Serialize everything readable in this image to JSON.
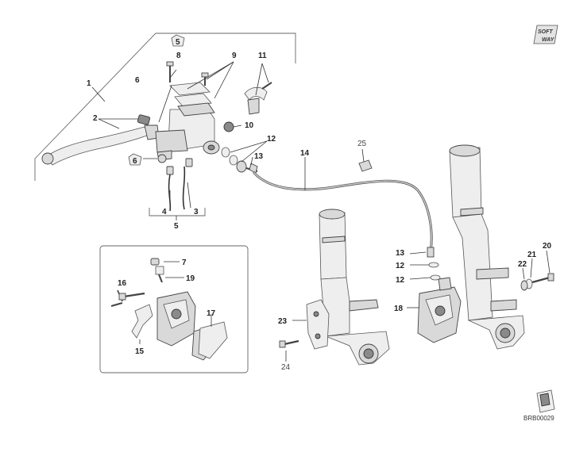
{
  "callouts": {
    "n1": "1",
    "n2": "2",
    "n3": "3",
    "n4": "4",
    "n5": "5",
    "n5_badge": "5",
    "n6": "6",
    "n6_badge": "6",
    "n7": "7",
    "n8": "8",
    "n9": "9",
    "n10": "10",
    "n11": "11",
    "n12a": "12",
    "n12b": "12",
    "n12c": "12",
    "n13a": "13",
    "n13b": "13",
    "n14": "14",
    "n15": "15",
    "n16": "16",
    "n17": "17",
    "n18": "18",
    "n19": "19",
    "n20": "20",
    "n21": "21",
    "n22": "22",
    "n23": "23",
    "n24": "24",
    "n25": "25"
  },
  "logo": {
    "line1": "SOFT",
    "line2": "WAY"
  },
  "drawing_code": "BRB00029"
}
